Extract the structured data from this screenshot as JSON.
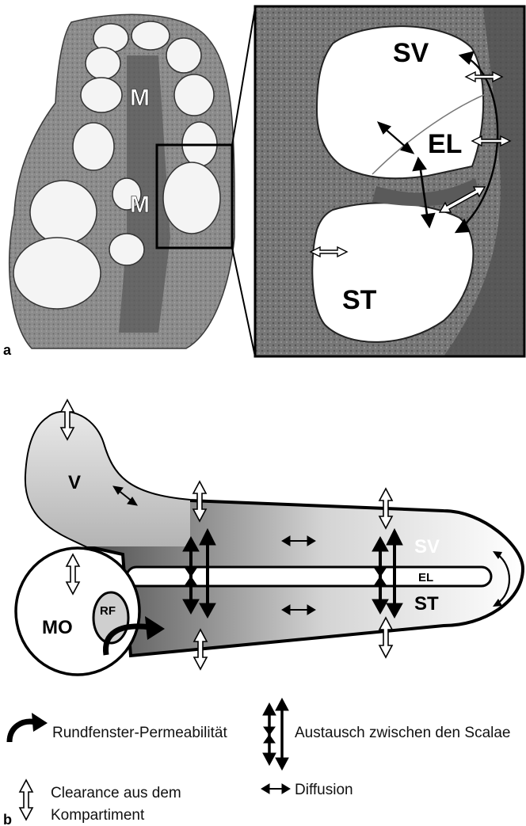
{
  "panel_a": {
    "letter": "a",
    "overview_labels": [
      "M",
      "M"
    ],
    "zoom_labels": {
      "sv": "SV",
      "el": "EL",
      "st": "ST"
    }
  },
  "panel_b": {
    "letter": "b",
    "labels": {
      "v": "V",
      "mo": "MO",
      "rf": "RF",
      "sv": "SV",
      "el": "EL",
      "st": "ST"
    }
  },
  "legend": {
    "round_window": "Rundfenster-Permeabilität",
    "exchange": "Austausch zwischen den Scalae",
    "clearance_line1": "Clearance aus dem",
    "clearance_line2": "Kompartiment",
    "diffusion": "Diffusion"
  },
  "colors": {
    "tissue": "#8a8a8a",
    "tissue_dark": "#4a4a4a",
    "lumen": "#f4f4f4",
    "ink": "#000000"
  }
}
